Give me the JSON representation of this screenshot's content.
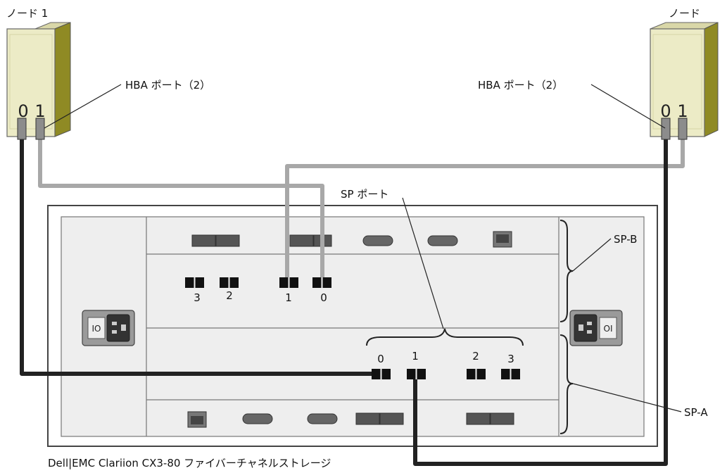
{
  "labels": {
    "node1_title": "ノード 1",
    "node2_title": "ノード",
    "hba_left": "HBA ポート（2）",
    "hba_right": "HBA ポート（2）",
    "sp_ports": "SP ポート",
    "sp_b": "SP-B",
    "sp_a": "SP-A",
    "caption": "Dell|EMC Clariion CX3-80 ファイバーチャネルストレージ"
  },
  "node1": {
    "port0": "0",
    "port1": "1"
  },
  "node2": {
    "port0": "0",
    "port1": "1"
  },
  "sp_b_ports": {
    "p3": "3",
    "p2": "2",
    "p1": "1",
    "p0": "0"
  },
  "sp_a_ports": {
    "p0": "0",
    "p1": "1",
    "p2": "2",
    "p3": "3"
  },
  "colors": {
    "node_front": "#ecebc6",
    "node_side": "#8f8a24",
    "cable_dark": "#222222",
    "cable_light": "#a8a8a8",
    "panel": "#eeeeee",
    "port": "#111111"
  }
}
